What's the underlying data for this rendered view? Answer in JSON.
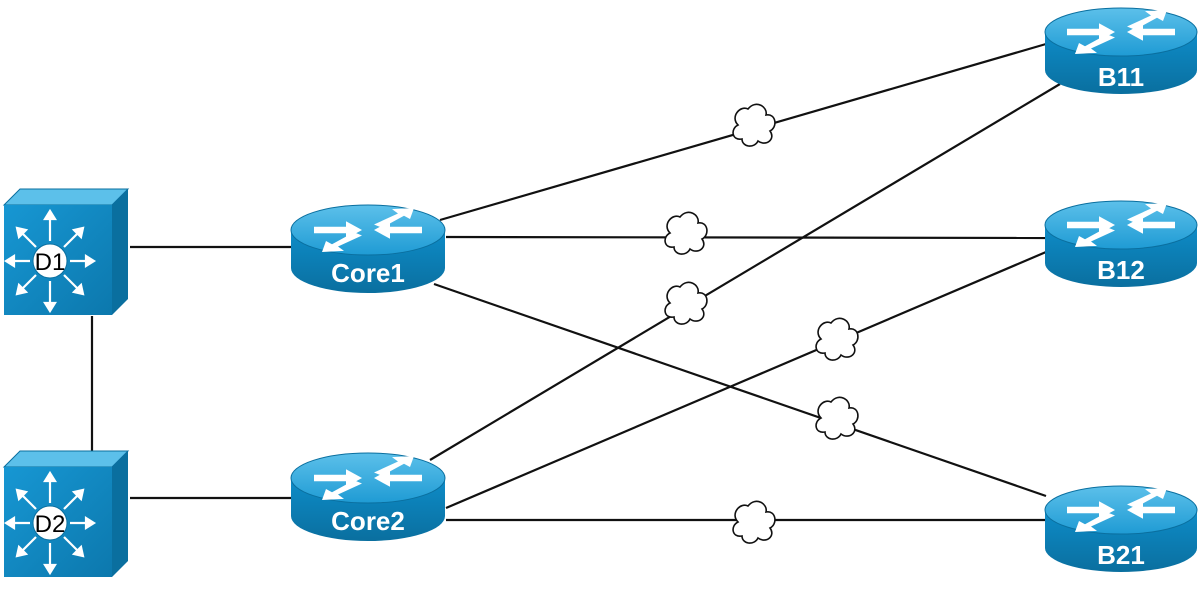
{
  "colors": {
    "device_blue": "#0f8fcc",
    "device_dark": "#0b6e9f",
    "device_light": "#56b7e3",
    "line": "#111111",
    "background": "#ffffff"
  },
  "devices": {
    "d1": {
      "label": "D1",
      "type": "layer3-switch",
      "icon": "multilayer-switch-icon"
    },
    "d2": {
      "label": "D2",
      "type": "layer3-switch",
      "icon": "multilayer-switch-icon"
    },
    "core1": {
      "label": "Core1",
      "type": "router",
      "icon": "router-icon"
    },
    "core2": {
      "label": "Core2",
      "type": "router",
      "icon": "router-icon"
    },
    "b11": {
      "label": "B11",
      "type": "router",
      "icon": "router-icon"
    },
    "b12": {
      "label": "B12",
      "type": "router",
      "icon": "router-icon"
    },
    "b21": {
      "label": "B21",
      "type": "router",
      "icon": "router-icon"
    }
  },
  "links": [
    {
      "from": "D1",
      "to": "D2",
      "wan": false
    },
    {
      "from": "D1",
      "to": "Core1",
      "wan": false
    },
    {
      "from": "D2",
      "to": "Core2",
      "wan": false
    },
    {
      "from": "Core1",
      "to": "B11",
      "wan": true
    },
    {
      "from": "Core1",
      "to": "B12",
      "wan": true
    },
    {
      "from": "Core1",
      "to": "B21",
      "wan": true
    },
    {
      "from": "Core2",
      "to": "B11",
      "wan": true
    },
    {
      "from": "Core2",
      "to": "B12",
      "wan": true
    },
    {
      "from": "Core2",
      "to": "B21",
      "wan": true
    }
  ]
}
